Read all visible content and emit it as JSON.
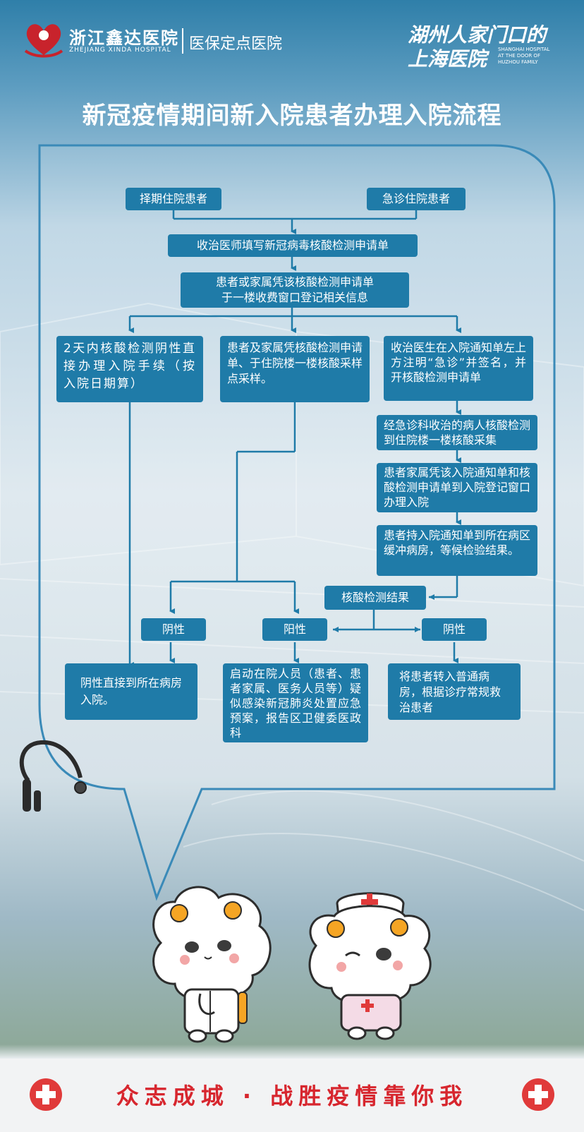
{
  "header": {
    "hospital_name_cn": "浙江鑫达医院",
    "hospital_name_en": "ZHEJIANG XINDA HOSPITAL",
    "designation": "医保定点医院",
    "slogan_line1": "湖州人家门口的",
    "slogan_line2": "上海医院",
    "slogan_en_1": "SHANGHAI HOSPITAL",
    "slogan_en_2": "AT THE DOOR OF",
    "slogan_en_3": "HUZHOU FAMILY"
  },
  "title": "新冠疫情期间新入院患者办理入院流程",
  "flow": {
    "elective": "择期住院患者",
    "emergency": "急诊住院患者",
    "step_fill_form": "收治医师填写新冠病毒核酸检测申请单",
    "step_register_1": "患者或家属凭该核酸检测申请单",
    "step_register_2": "于一楼收费窗口登记相关信息",
    "branch_left": "2天内核酸检测阴性直接办理入院手续（按入院日期算）",
    "branch_middle": "患者及家属凭核酸检测申请单、于住院楼一楼核酸采样点采样。",
    "branch_right": "收治医生在入院通知单左上方注明“急诊”并签名，并开核酸检测申请单",
    "right_step_2": "经急诊科收治的病人核酸检测到住院楼一楼核酸采集",
    "right_step_3": "患者家属凭该入院通知单和核酸检测申请单到入院登记窗口办理入院",
    "right_step_4": "患者持入院通知单到所在病区缓冲病房，等候检验结果。",
    "test_result": "核酸检测结果",
    "result_negative_left": "阴性",
    "result_positive": "阳性",
    "result_negative_right": "阴性",
    "outcome_left": "阴性直接到所在病房入院。",
    "outcome_middle": "启动在院人员（患者、患者家属、医务人员等）疑似感染新冠肺炎处置应急预案，报告区卫健委医政科",
    "outcome_right": "将患者转入普通病房，根据诊疗常规救治患者"
  },
  "footer": {
    "slogan": "众志成城 · 战胜疫情靠你我"
  },
  "colors": {
    "box": "#1f7ba8",
    "line": "#1f7ba8",
    "frame": "#3a8ab8",
    "footer_text": "#d7262e",
    "cross": "#e03a3a"
  },
  "icons": [
    "hospital-logo-icon",
    "stethoscope-icon",
    "doctor-mascot-icon",
    "nurse-mascot-icon",
    "red-cross-icon"
  ]
}
